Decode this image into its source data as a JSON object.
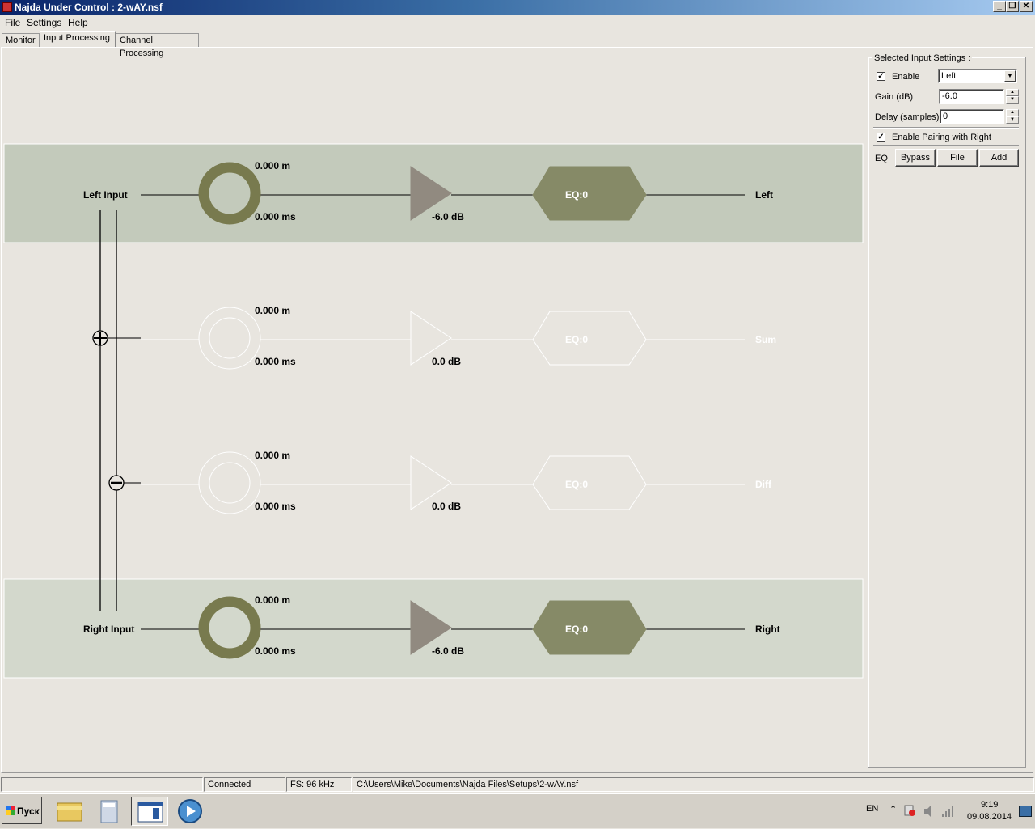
{
  "window": {
    "title": "Najda Under Control : 2-wAY.nsf",
    "minimize": "_",
    "maximize": "❐",
    "close": "✕"
  },
  "menu": [
    "File",
    "Settings",
    "Help"
  ],
  "tabs": [
    "Monitor",
    "Input Processing",
    "Channel Processing"
  ],
  "active_tab": "Input Processing",
  "diagram": {
    "colors": {
      "active_band": "#c3cabb",
      "right_band": "#d3d8cc",
      "olive": "#787a4e",
      "eq": "#868a67",
      "amp": "#918a80",
      "inactive": "#ffffff"
    },
    "rows": [
      {
        "input": "Left Input",
        "distance": "0.000 m",
        "delay": "0.000 ms",
        "gain": "-6.0 dB",
        "eq": "EQ:0",
        "output": "Left",
        "active": true
      },
      {
        "input": "",
        "distance": "0.000 m",
        "delay": "0.000 ms",
        "gain": "0.0 dB",
        "eq": "EQ:0",
        "output": "Sum",
        "active": false
      },
      {
        "input": "",
        "distance": "0.000 m",
        "delay": "0.000 ms",
        "gain": "0.0 dB",
        "eq": "EQ:0",
        "output": "Diff",
        "active": false
      },
      {
        "input": "Right Input",
        "distance": "0.000 m",
        "delay": "0.000 ms",
        "gain": "-6.0 dB",
        "eq": "EQ:0",
        "output": "Right",
        "active": true
      }
    ],
    "sum_symbol": "+",
    "diff_symbol": "−"
  },
  "settings": {
    "title": "Selected Input Settings :",
    "enable_label": "Enable",
    "enable_checked": true,
    "channel_select": "Left",
    "gain_label": "Gain (dB)",
    "gain_value": "-6.0",
    "delay_label": "Delay (samples)",
    "delay_value": "0",
    "pairing_label": "Enable Pairing with Right",
    "pairing_checked": true,
    "eq_label": "EQ",
    "buttons": [
      "Bypass",
      "File",
      "Add"
    ]
  },
  "status": {
    "blank": "",
    "connection": "Connected",
    "sample_rate": "FS: 96 kHz",
    "path": "C:\\Users\\Mike\\Documents\\Najda Files\\Setups\\2-wAY.nsf"
  },
  "taskbar": {
    "start": "Пуск",
    "lang": "EN",
    "time": "9:19",
    "date": "09.08.2014"
  }
}
